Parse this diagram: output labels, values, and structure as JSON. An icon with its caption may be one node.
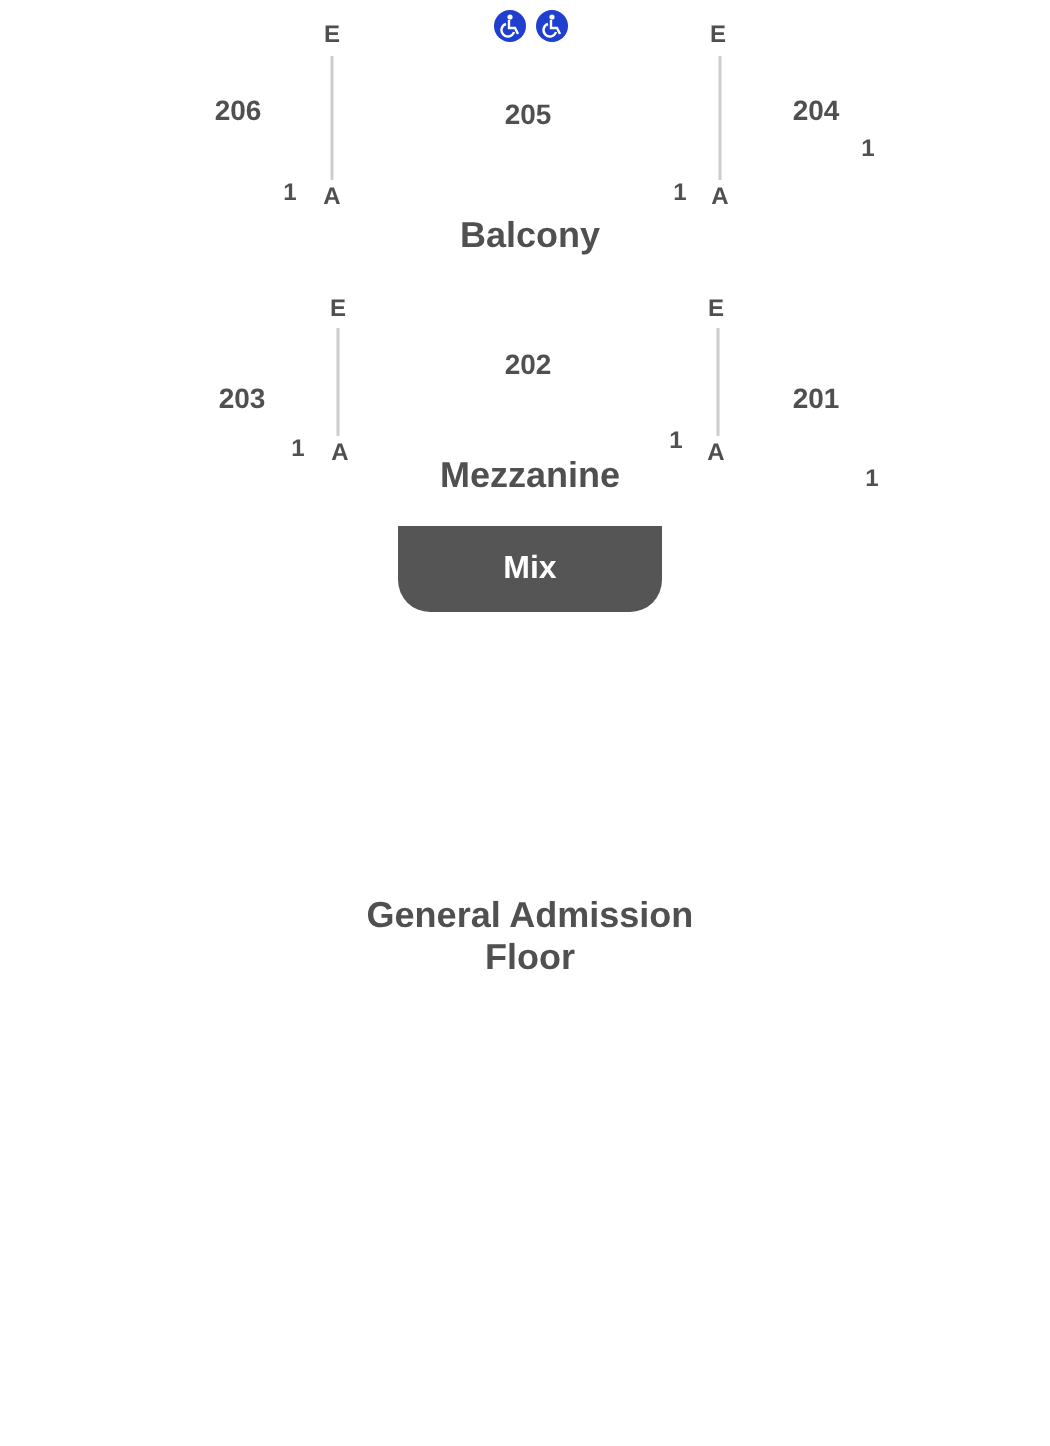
{
  "diagram": {
    "nodes": [
      {
        "text": [
          "Mix"
        ]
      }
    ],
    "labels": [
      "E",
      "E",
      "206",
      "205",
      "204",
      "1",
      "1",
      "A",
      "1",
      "A",
      "Balcony",
      "E",
      "E",
      "202",
      "203",
      "201",
      "1",
      "A",
      "1",
      "A",
      "Mezzanine",
      "1",
      "General Admission Floor"
    ]
  }
}
